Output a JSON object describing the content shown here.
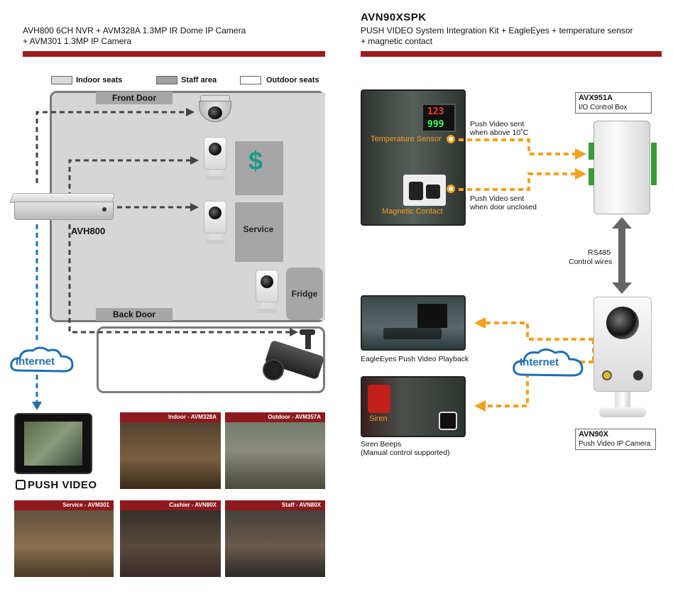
{
  "left_header": {
    "line1": "AVH800 6CH NVR + AVM328A 1.3MP IR Dome IP Camera",
    "line2": "+ AVM301 1.3MP IP Camera"
  },
  "right_header": {
    "title": "AVN90XSPK",
    "line1": "PUSH VIDEO System Integration Kit + EagleEyes + temperature sensor",
    "line2": "+ magnetic contact"
  },
  "legend": {
    "indoor": "Indoor seats",
    "staff": "Staff area",
    "outdoor": "Outdoor seats"
  },
  "floor_plan": {
    "front_door": "Front Door",
    "back_door": "Back Door",
    "service": "Service",
    "fridge": "Fridge",
    "cashier_symbol": "$"
  },
  "nvr_label": "AVH800",
  "internet_label": "Internet",
  "push_video_logo": "PUSH VIDEO",
  "thumbnails": [
    {
      "caption": "Indoor - AVM328A"
    },
    {
      "caption": "Outdoor - AVM357A"
    },
    {
      "caption": "Service - AVM301"
    },
    {
      "caption": "Cashier - AVN80X"
    },
    {
      "caption": "Staff - AVN80X"
    }
  ],
  "right_diagram": {
    "io_box_model": "AVX951A",
    "io_box_desc": "I/O Control Box",
    "temp_sensor": "Temperature Sensor",
    "magnetic_contact": "Magnetic Contact",
    "push_temp_line1": "Push Video sent",
    "push_temp_line2": "when above 10˚C",
    "push_door_line1": "Push Video sent",
    "push_door_line2": "when door unclosed",
    "rs485_line1": "RS485",
    "rs485_line2": "Control wires",
    "internet_label": "Internet",
    "playback_caption": "EagleEyes Push Video Playback",
    "siren_label": "Siren",
    "siren_caption_line1": "Siren Beeps",
    "siren_caption_line2": "(Manual control supported)",
    "camera_model": "AVN90X",
    "camera_desc": "Push Video IP Camera",
    "temp_display_top": "123",
    "temp_display_bottom": "999"
  },
  "colors": {
    "accent_red": "#9c1b1f",
    "arrow_orange": "#f2a11f",
    "internet_blue": "#1f6fb0"
  }
}
